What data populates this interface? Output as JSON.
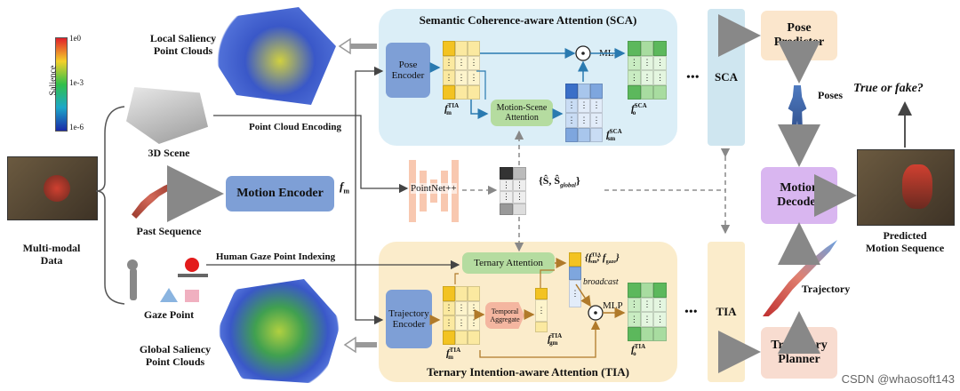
{
  "colorbar": {
    "label": "Salience",
    "top": "1e0",
    "mid": "1e-3",
    "bottom": "1e-6"
  },
  "inputs": {
    "multimodal": "Multi-modal\nData",
    "scene": "3D Scene",
    "past": "Past Sequence",
    "gaze": "Gaze Point"
  },
  "saliency": {
    "local": "Local Saliency\nPoint Clouds",
    "global": "Global Saliency\nPoint Clouds"
  },
  "edges": {
    "pc_encoding": "Point Cloud Encoding",
    "gaze_indexing": "Human Gaze Point Indexing"
  },
  "motion_encoder": {
    "label": "Motion Encoder",
    "output": "f",
    "output_sub": "m"
  },
  "pointnet": {
    "label": "PointNet++",
    "output": "{Ŝ, Ŝ",
    "output_sub": "global",
    "output_end": "}"
  },
  "sca": {
    "title": "Semantic Coherence-aware Attention (SCA)",
    "pose_encoder": "Pose\nEncoder",
    "motion_scene": "Motion-Scene\nAttention",
    "mlp": "MLP",
    "f_tia": "f",
    "f_tia_sub": "m",
    "f_tia_sup": "TIA",
    "f_sm": "f",
    "f_sm_sub": "sm",
    "f_sm_sup": "SCA",
    "f_o": "f",
    "f_o_sub": "o",
    "f_o_sup": "SCA",
    "block": "SCA"
  },
  "tia": {
    "title": "Ternary Intention-aware Attention (TIA)",
    "traj_encoder": "Trajectory\nEncoder",
    "ternary": "Ternary Attention",
    "temporal": "Temporal\nAggregate",
    "mlp": "MLP",
    "broadcast": "broadcast",
    "set_label": "{f",
    "set_sub1": "sm",
    "set_sup1": "TIA",
    "set_mid": "; f",
    "set_sub2": "gaze",
    "set_end": "}",
    "f_m": "f",
    "f_m_sub": "m",
    "f_m_sup": "TIA",
    "f_gm": "f",
    "f_gm_sub": "gm",
    "f_gm_sup": "TIA",
    "f_o": "f",
    "f_o_sub": "o",
    "f_o_sup": "TIA",
    "block": "TIA"
  },
  "right": {
    "pose_predictor": "Pose\nPredictor",
    "poses": "Poses",
    "motion_decoder": "Motion\nDecoder",
    "trajectory": "Trajectory",
    "trajectory_planner": "Trajectory\nPlanner",
    "true_fake": "True or fake?",
    "predicted": "Predicted\nMotion Sequence"
  },
  "ellipsis": "•••",
  "watermark": "CSDN @whaosoft143",
  "colors": {
    "sca_bg": "#dbeef7",
    "tia_bg": "#fbeccb",
    "encoder_blue": "#7e9fd6",
    "motion_green": "#b5dca0",
    "decoder_purple": "#d9b6f0",
    "orange_box": "#fbe6cc"
  }
}
